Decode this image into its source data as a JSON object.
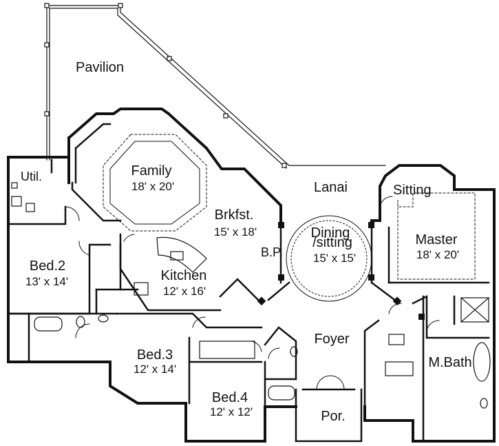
{
  "rooms": {
    "pavilion": {
      "name": "Pavilion"
    },
    "family": {
      "name": "Family",
      "size": "18' x 20'"
    },
    "util": {
      "name": "Util."
    },
    "lanai": {
      "name": "Lanai"
    },
    "sitting": {
      "name": "Sitting"
    },
    "brkfst": {
      "name": "Brkfst.",
      "size": "15' x 18'"
    },
    "dining": {
      "name": "Dining",
      "name2": "/sitting",
      "size": "15' x 15'"
    },
    "master": {
      "name": "Master",
      "size": "18' x 20'"
    },
    "bed2": {
      "name": "Bed.2",
      "size": "13' x 14'"
    },
    "bp": {
      "name": "B.P."
    },
    "kitchen": {
      "name": "Kitchen",
      "size": "12' x 16'"
    },
    "foyer": {
      "name": "Foyer"
    },
    "bed3": {
      "name": "Bed.3",
      "size": "12' x 14'"
    },
    "mbath": {
      "name": "M.Bath"
    },
    "bed4": {
      "name": "Bed.4",
      "size": "12' x 12'"
    },
    "porch": {
      "name": "Por."
    }
  }
}
